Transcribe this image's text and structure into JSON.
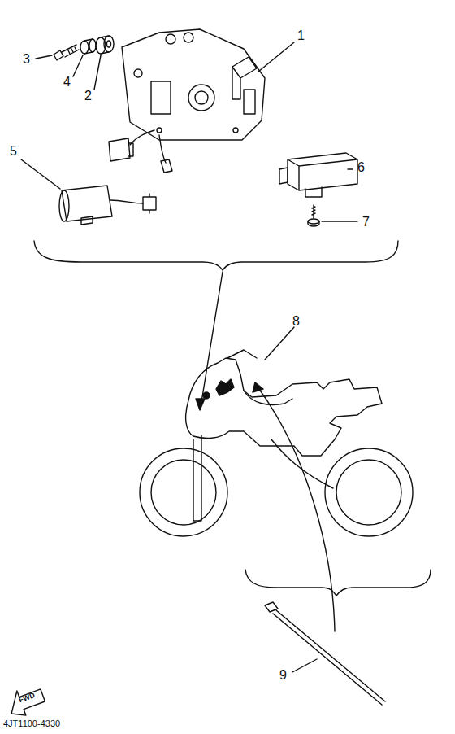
{
  "diagram": {
    "labels": [
      "3",
      "4",
      "2",
      "1",
      "5",
      "6",
      "7",
      "8",
      "9",
      "FWD",
      "4JT1100-4330"
    ]
  }
}
